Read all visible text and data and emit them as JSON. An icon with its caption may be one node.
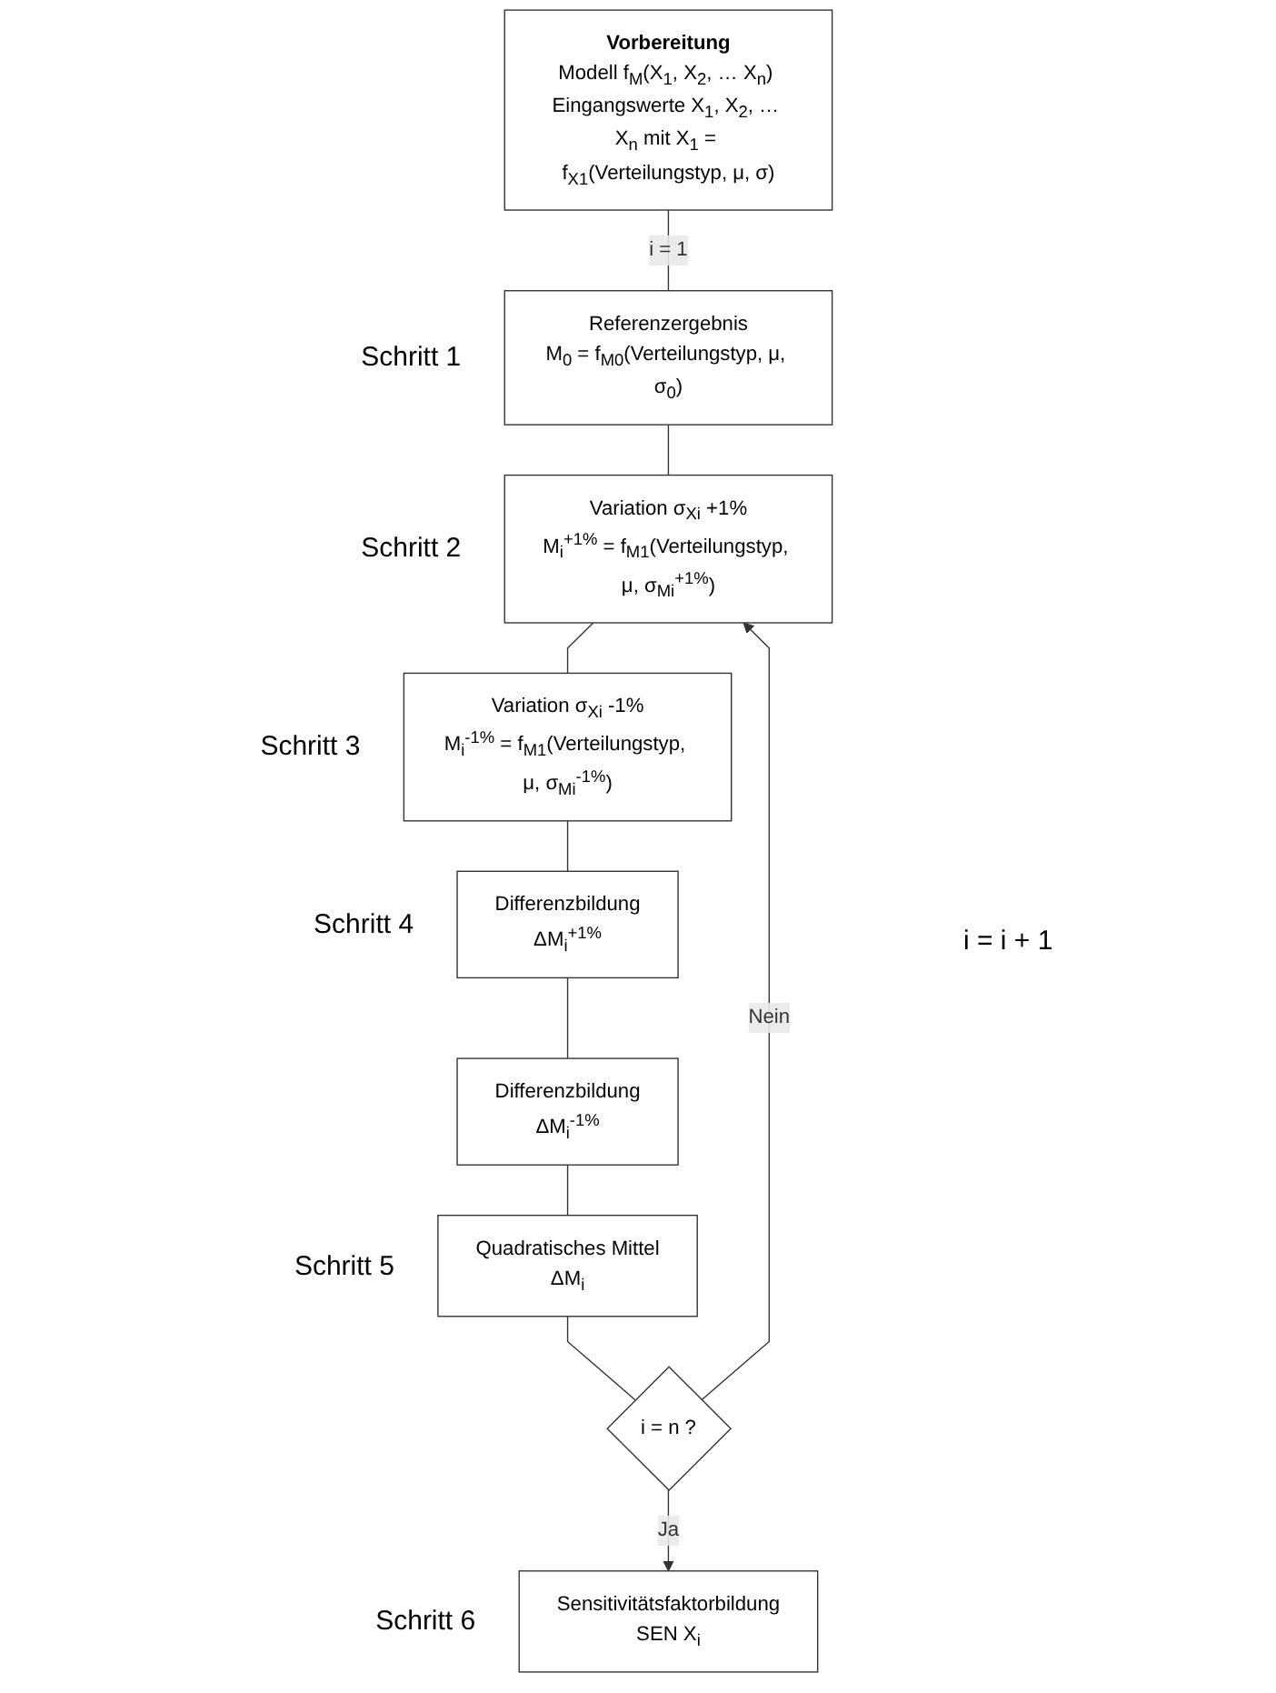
{
  "diagram": {
    "nodes": [
      {
        "text": [
          "Vorbereitung",
          "Modell f$_{M}$(X$_{1}$, X$_{2}$, … X$_{n}$) Eingangswerte X$_{1}$, X$_{2}$, … X$_{n}$ mit X$_{1}$ = f$_{X1}$(Verteilungstyp, μ, σ)"
        ]
      },
      {
        "text": [
          "Referenzergebnis",
          "M$_{0}$ = f$_{M0}$(Verteilungstyp, μ, σ$_{0}$)"
        ],
        "beside": [
          "Schritt 1"
        ]
      },
      {
        "text": [
          "Variation σ$_{Xi}$ +1%",
          "M$_{i}$$^{+1%}$ = f$_{M1}$(Verteilungstyp, μ, σ$_{Mi}$$^{+1%}$)"
        ],
        "beside": [
          "Schritt 2"
        ]
      },
      {
        "text": [
          "Variation σ$_{Xi}$ -1%",
          "M$_{i}$$^{-1%}$ = f$_{M1}$(Verteilungstyp, μ, σ$_{Mi}$$^{-1%}$)"
        ],
        "beside": [
          "Schritt 3"
        ]
      },
      {
        "text": [
          "Differenzbildung",
          "ΔM$_{i}$$^{+1%}$"
        ],
        "beside": [
          "Schritt 4"
        ]
      },
      {
        "text": [
          "Differenzbildung",
          "ΔM$_{i}$$^{-1%}$"
        ]
      },
      {
        "text": [
          "Quadratisches Mittel",
          "ΔM$_{i}$"
        ],
        "beside": [
          "Schritt 5"
        ]
      },
      {
        "text": [
          "i = n ?"
        ]
      },
      {
        "text": [
          "Sensitivitätsfaktorbildung",
          "SEN X$_{i}$"
        ],
        "beside": [
          "Schritt 6"
        ]
      }
    ],
    "edges": [
      {
        "from": 0,
        "to": 1,
        "arrow": "none",
        "label": "i = 1"
      },
      {
        "from": 1,
        "to": 2,
        "arrow": "none"
      },
      {
        "from": 2,
        "to": 3,
        "arrow": "none"
      },
      {
        "from": 3,
        "to": 4,
        "arrow": "none"
      },
      {
        "from": 4,
        "to": 5,
        "arrow": "none"
      },
      {
        "from": 5,
        "to": 6,
        "arrow": "none"
      },
      {
        "from": 6,
        "to": 7,
        "arrow": "none"
      },
      {
        "from": 7,
        "to": 8,
        "arrow": "to",
        "label": "Ja"
      },
      {
        "from": 7,
        "to": 2,
        "arrow": "to",
        "label": "Nein"
      }
    ],
    "labels": [
      "i = i + 1"
    ]
  }
}
